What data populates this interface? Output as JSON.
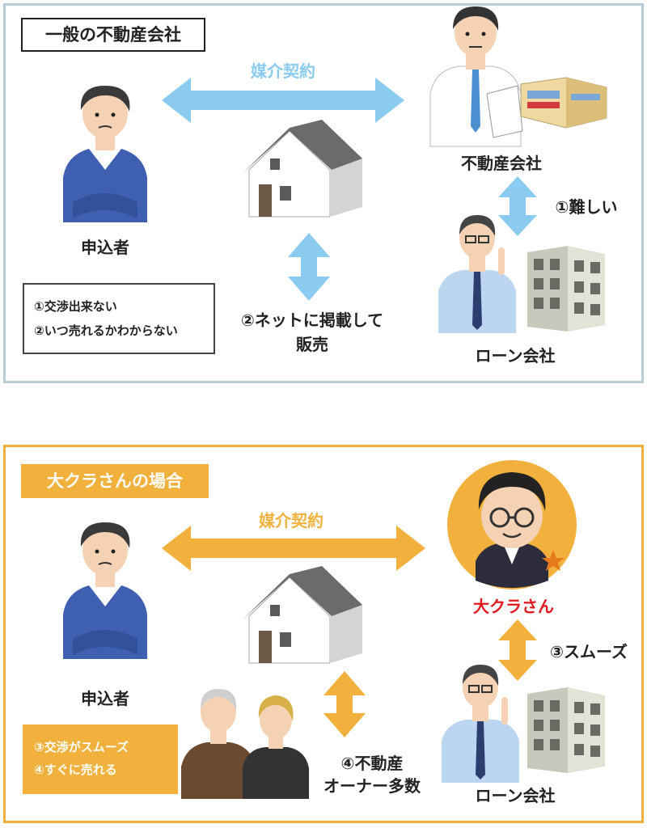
{
  "colors": {
    "blue_arrow": "#8bcbef",
    "orange_arrow": "#f2b13c",
    "panel1_border": "#b9ccd6",
    "panel2_border": "#f2b13c",
    "okura_red": "#e0191e"
  },
  "general": {
    "title": "一般の不動産会社",
    "contract_label": "媒介契約",
    "applicant_label": "申込者",
    "realestate_label": "不動産会社",
    "loan_label": "ローン会社",
    "difficult_label": "①難しい",
    "net_label_1": "②ネットに掲載して",
    "net_label_2": "販売",
    "notes": [
      "①交渉出来ない",
      "②いつ売れるかわからない"
    ]
  },
  "okura": {
    "title": "大クラさんの場合",
    "contract_label": "媒介契約",
    "applicant_label": "申込者",
    "okura_label": "大クラさん",
    "loan_label": "ローン会社",
    "smooth_label": "③スムーズ",
    "owners_label_1": "④不動産",
    "owners_label_2": "オーナー多数",
    "notes": [
      "③交渉がスムーズ",
      "④すぐに売れる"
    ]
  },
  "icons": [
    "person-worried-icon",
    "house-icon",
    "businessman-icon",
    "office-building-icon",
    "loan-officer-icon",
    "okura-mascot-icon",
    "elderly-couple-icon"
  ]
}
